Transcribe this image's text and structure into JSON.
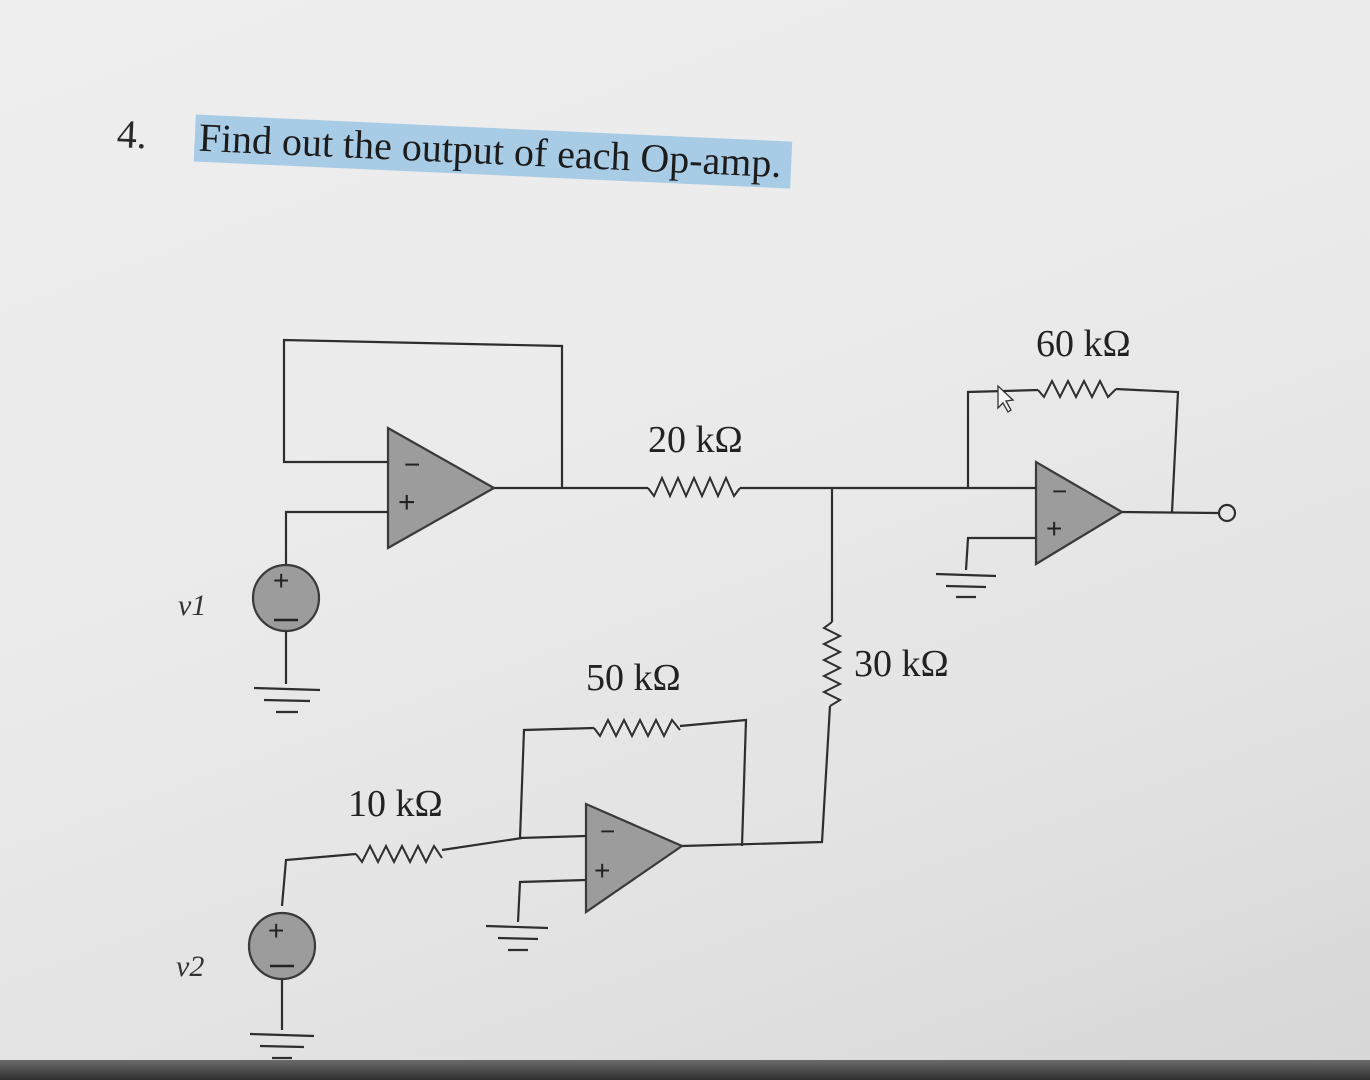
{
  "question": {
    "number": "4.",
    "text": "Find out the output of each Op-amp."
  },
  "circuit": {
    "components": {
      "r_20k": "20 kΩ",
      "r_60k": "60 kΩ",
      "r_30k": "30 kΩ",
      "r_50k": "50 kΩ",
      "r_10k": "10 kΩ"
    },
    "sources": {
      "v1": "v1",
      "v2": "v2"
    },
    "opamp_signs": {
      "minus": "−",
      "plus": "+"
    }
  },
  "colors": {
    "highlight": "#a9cce6",
    "component_fill": "#9c9c9c",
    "wire": "#2e2e2e"
  }
}
